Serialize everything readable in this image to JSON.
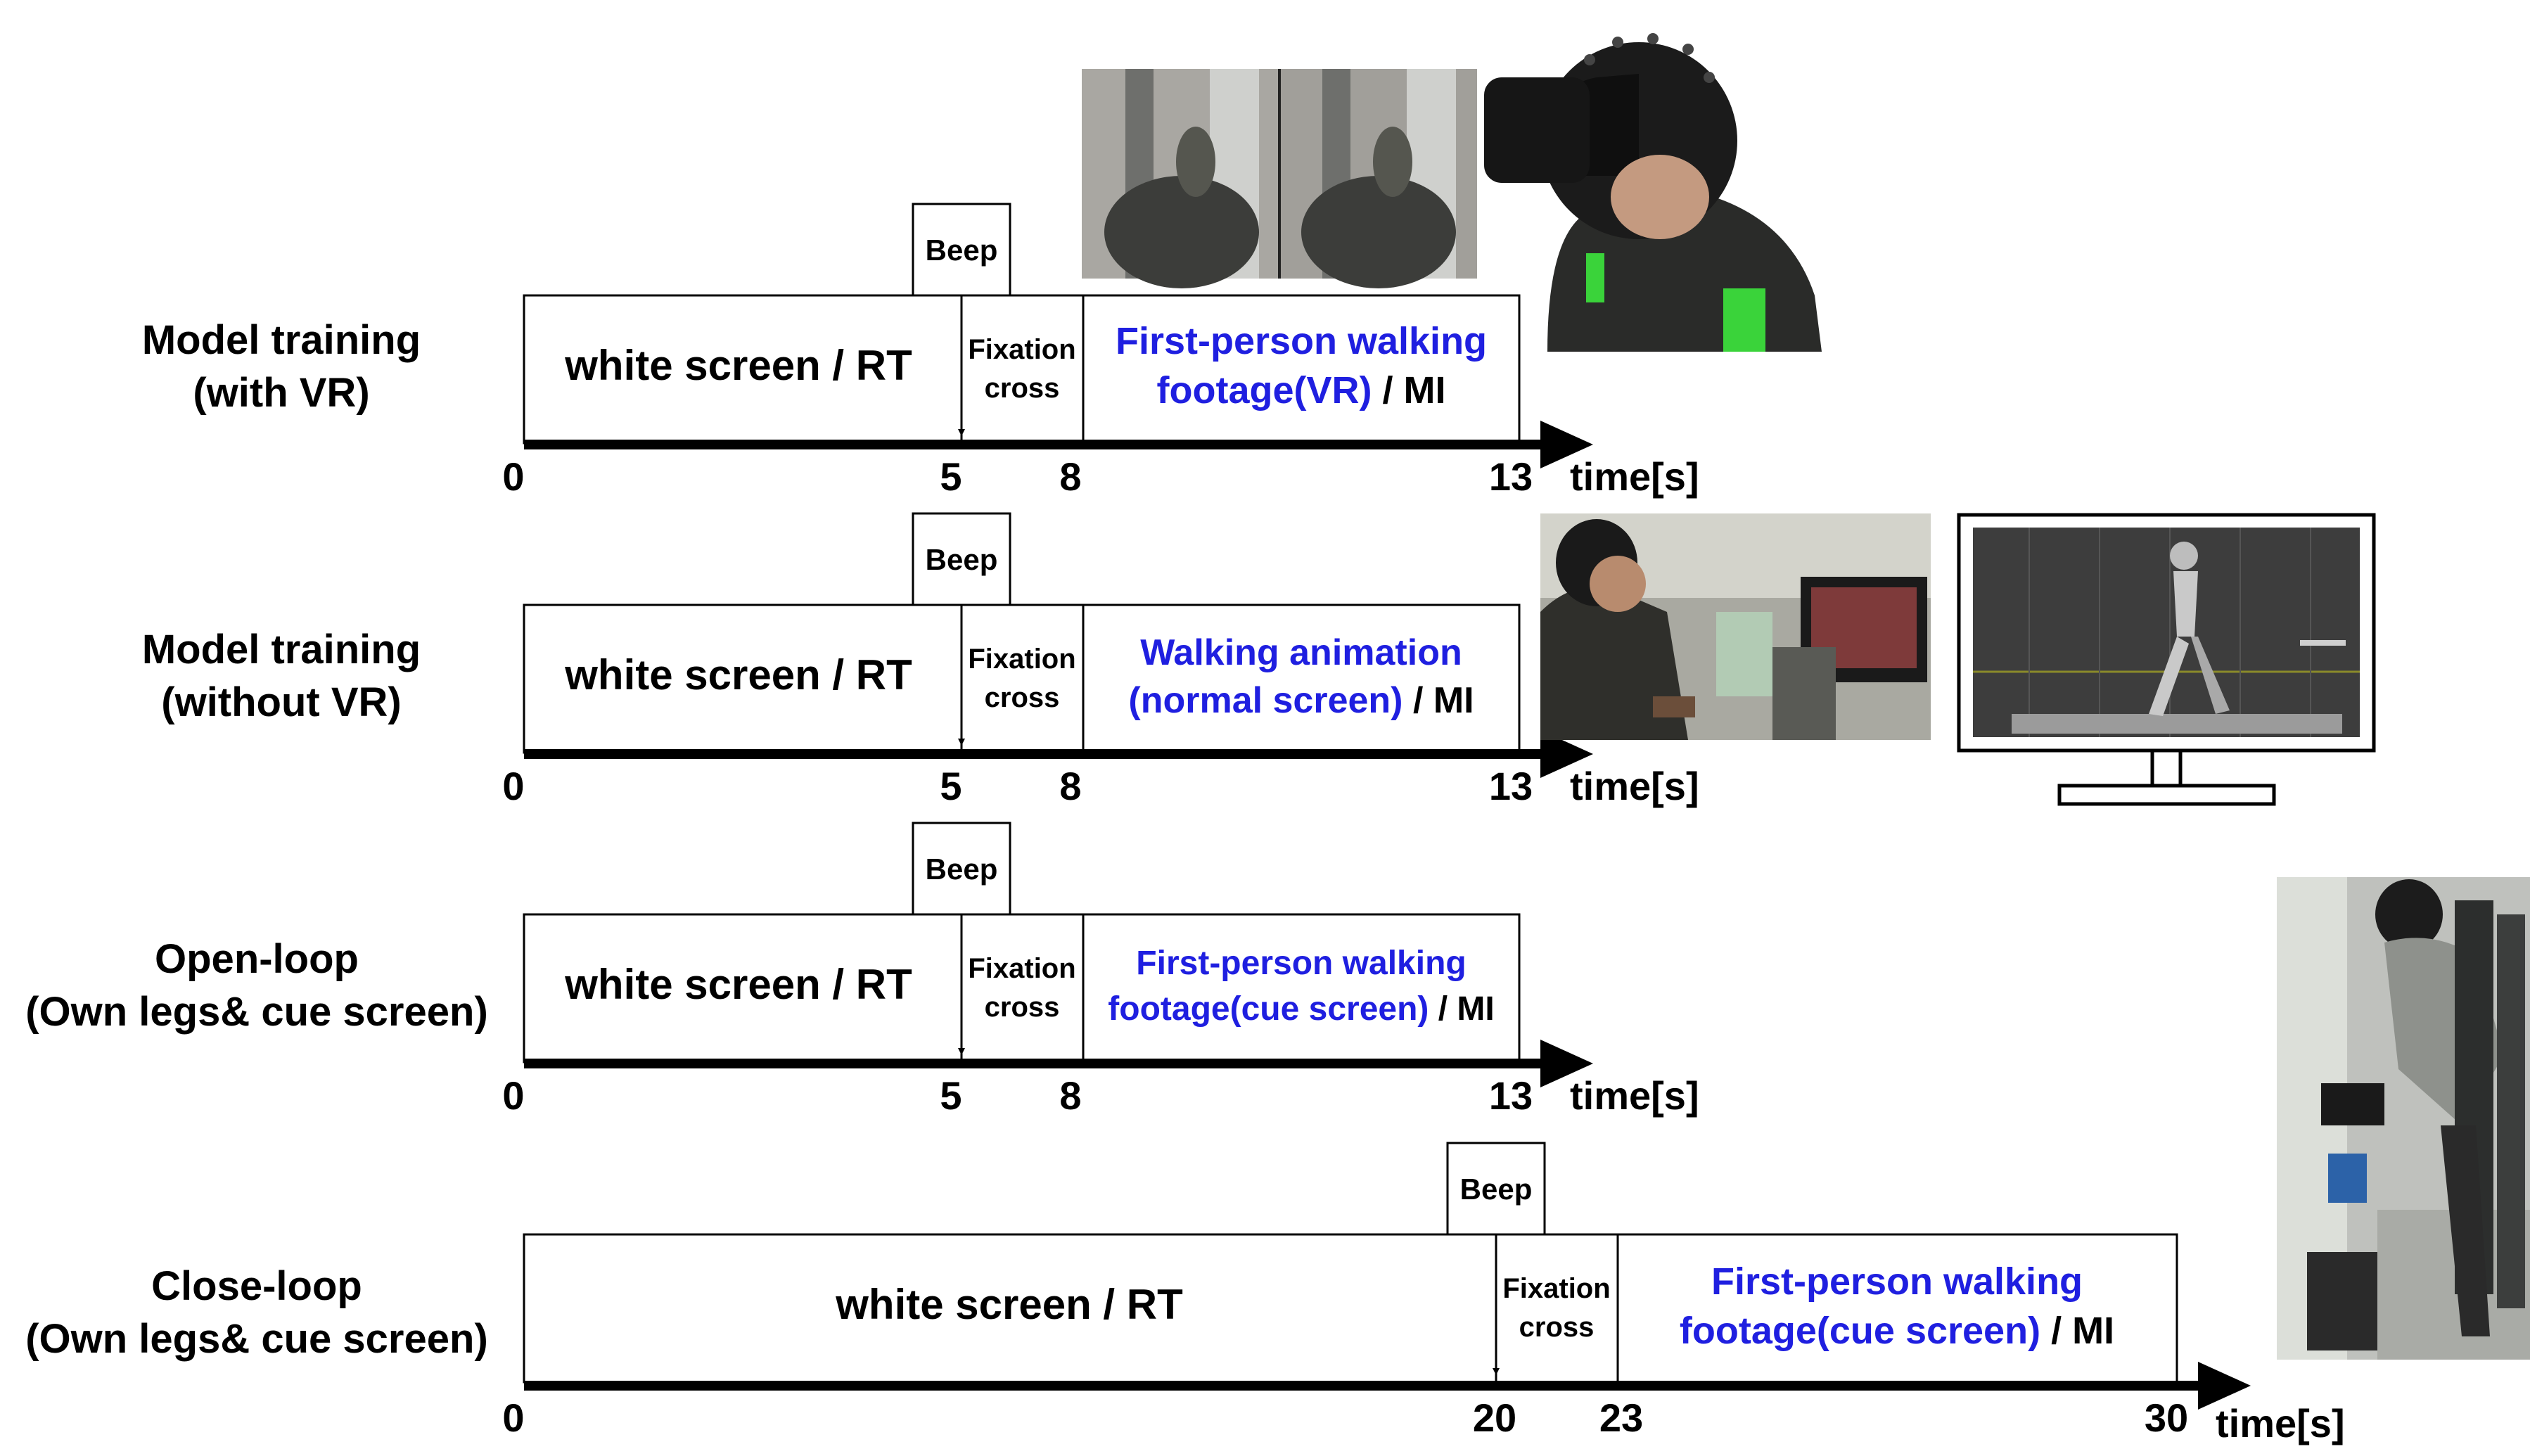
{
  "rows": [
    {
      "id": "vr",
      "label": [
        "Model training",
        "(with VR)"
      ],
      "segments": {
        "rest": "white screen / RT",
        "fixation": [
          "Fixation",
          "cross"
        ],
        "task_blue": [
          "First-person walking",
          "footage(VR)"
        ],
        "task_black": " / MI"
      },
      "beep": "Beep",
      "ticks": [
        "0",
        "5",
        "8",
        "13"
      ],
      "time_label": "time[s]"
    },
    {
      "id": "novr",
      "label": [
        "Model training",
        "(without VR)"
      ],
      "segments": {
        "rest": "white screen / RT",
        "fixation": [
          "Fixation",
          "cross"
        ],
        "task_blue": [
          "Walking animation",
          "(normal screen)"
        ],
        "task_black": " / MI"
      },
      "beep": "Beep",
      "ticks": [
        "0",
        "5",
        "8",
        "13"
      ],
      "time_label": "time[s]"
    },
    {
      "id": "open",
      "label": [
        "Open-loop",
        "(Own legs& cue screen)"
      ],
      "segments": {
        "rest": "white screen / RT",
        "fixation": [
          "Fixation",
          "cross"
        ],
        "task_blue": [
          "First-person walking",
          "footage(cue screen)"
        ],
        "task_black": " / MI"
      },
      "beep": "Beep",
      "ticks": [
        "0",
        "5",
        "8",
        "13"
      ],
      "time_label": "time[s]"
    },
    {
      "id": "close",
      "label": [
        "Close-loop",
        "(Own legs& cue screen)"
      ],
      "segments": {
        "rest": "white screen / RT",
        "fixation": [
          "Fixation",
          "cross"
        ],
        "task_blue": [
          "First-person walking",
          "footage(cue screen)"
        ],
        "task_black": " / MI"
      },
      "beep": "Beep",
      "ticks": [
        "0",
        "20",
        "23",
        "30"
      ],
      "time_label": "time[s]"
    }
  ],
  "images": {
    "vr_footage": "vr-walking-footage-photo",
    "vr_headset": "person-with-vr-headset-photo",
    "lab_setup": "person-at-monitor-photo",
    "monitor": "monitor-with-walking-animation",
    "exoskeleton": "person-in-exoskeleton-photo"
  },
  "colors": {
    "blue_text": "#1f1fe0",
    "black": "#000000"
  }
}
